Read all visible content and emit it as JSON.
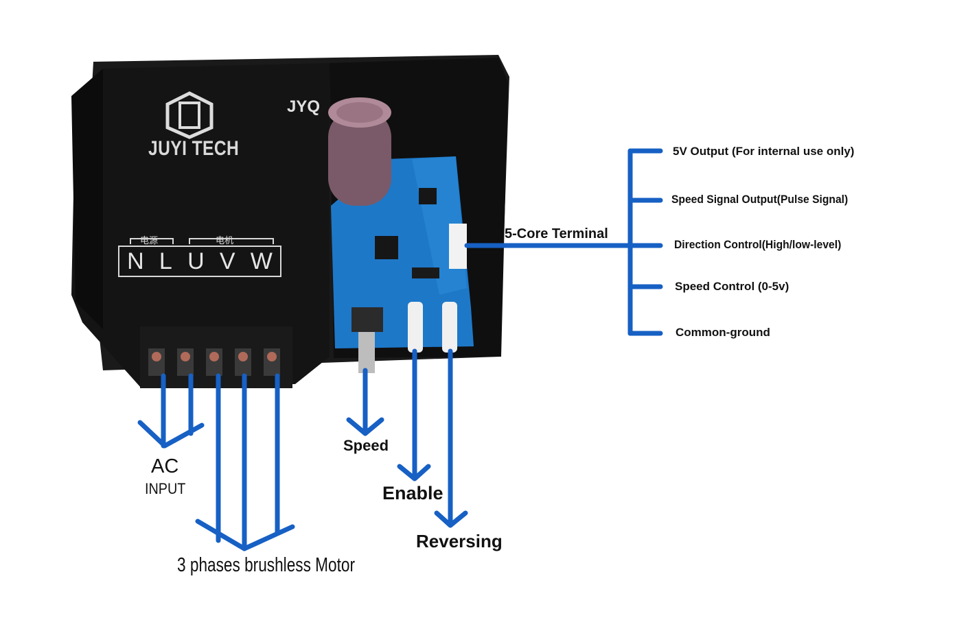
{
  "device": {
    "brand_name": "JUYI TECH",
    "model_prefix": "JYQ",
    "group_power": "电源",
    "group_motor": "电机",
    "terminals": [
      "N",
      "L",
      "U",
      "V",
      "W"
    ]
  },
  "labels": {
    "five_core_terminal": "5-Core Terminal",
    "ac": "AC",
    "input": "INPUT",
    "motor": "3 phases brushless Motor",
    "speed": "Speed",
    "enable": "Enable",
    "reversing": "Reversing"
  },
  "terminal_pins": [
    "5V Output (For internal use only)",
    "Speed Signal Output(Pulse Signal)",
    "Direction Control(High/low-level)",
    "Speed Control (0-5v)",
    "Common-ground"
  ],
  "colors": {
    "arrow": "#1760c4",
    "housing": "#161616",
    "pcb": "#1e78c8",
    "label_text": "#111111"
  }
}
